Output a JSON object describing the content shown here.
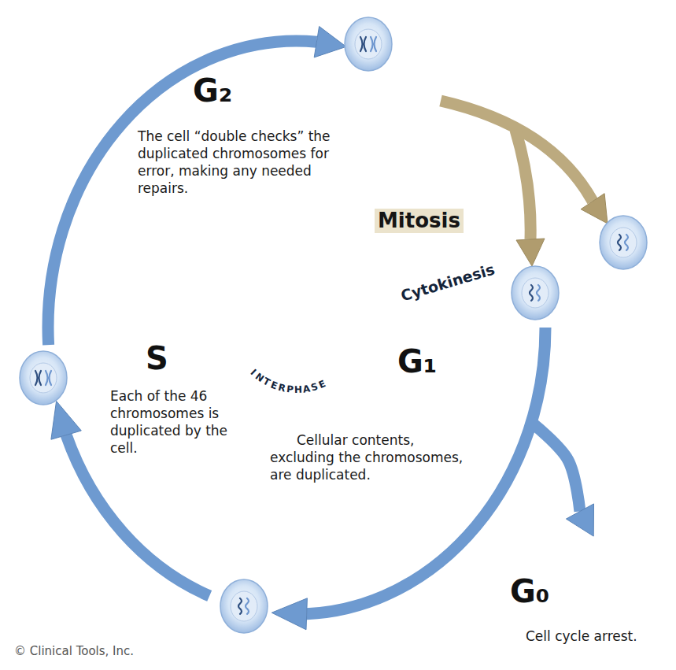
{
  "diagram": {
    "nodes": [
      {
        "text": [
          "G₂",
          "The cell “double checks” the duplicated chromosomes for error, making any needed repairs."
        ]
      },
      {
        "text": [
          "Mitosis"
        ]
      },
      {
        "text": [
          "Cytokinesis"
        ]
      },
      {
        "text": [
          "INTERPHASE"
        ]
      },
      {
        "text": [
          "S",
          "Each of the 46 chromosomes is duplicated by the cell."
        ]
      },
      {
        "text": [
          "G₁",
          "Cellular contents, excluding the chromosomes, are duplicated."
        ]
      },
      {
        "text": [
          "G₀",
          "Cell cycle arrest."
        ]
      }
    ],
    "edges": [
      {
        "from": 5,
        "to": 6,
        "arrow": "to"
      }
    ],
    "labels": [
      "© Clinical Tools, Inc."
    ]
  }
}
